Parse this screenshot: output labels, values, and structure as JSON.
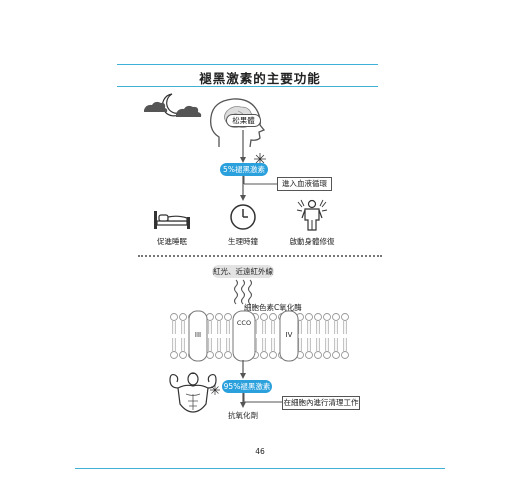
{
  "title": "褪黑激素的主要功能",
  "top": {
    "pineal_label": "松果體",
    "melatonin_5pct": "5%褪黑激素",
    "blood_label": "進入血液循環",
    "functions": [
      {
        "label": "促進睡眠",
        "icon": "bed-icon"
      },
      {
        "label": "生理時鐘",
        "icon": "clock-icon"
      },
      {
        "label": "啟動身體修復",
        "icon": "body-repair-icon"
      }
    ]
  },
  "bottom": {
    "light_label": "紅光、近遠紅外線",
    "enzyme_label": "細胞色素C氧化酶",
    "cco_label": "CCO",
    "complex_iii": "III",
    "complex_iv": "IV",
    "melatonin_95pct": "95%褪黑激素",
    "cell_label": "在細胞內進行清理工作",
    "antioxidant_label": "抗氧化劑"
  },
  "page_number": "46",
  "colors": {
    "accent": "#2aa0dc",
    "rule": "#3fb0d8",
    "pill_gray": "#e3e3e3"
  }
}
